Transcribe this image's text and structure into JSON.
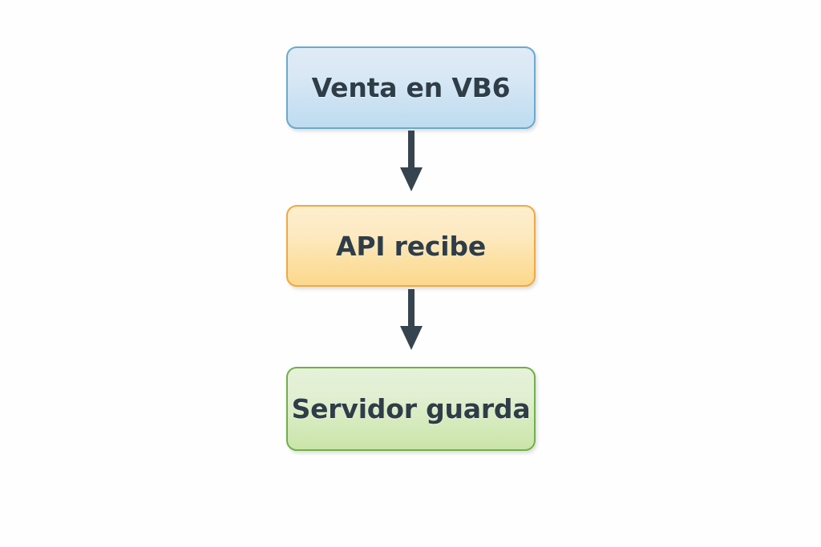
{
  "diagram": {
    "type": "flowchart",
    "orientation": "top-to-bottom",
    "background_color": "#fefefe",
    "title": "",
    "nodes": [
      {
        "id": "venta",
        "label": "Venta en VB6",
        "shape": "rounded-rectangle",
        "fill_top": "#dfebf6",
        "fill_bottom": "#bedcf0",
        "border_color": "#6aa9d0",
        "text_color": "#2e3d47",
        "order": 1
      },
      {
        "id": "api",
        "label": "API recibe",
        "shape": "rounded-rectangle",
        "fill_top": "#fdeecd",
        "fill_bottom": "#fbd88c",
        "border_color": "#f0a843",
        "text_color": "#2e3d47",
        "order": 2
      },
      {
        "id": "servidor",
        "label": "Servidor guarda",
        "shape": "rounded-rectangle",
        "fill_top": "#e6f1d9",
        "fill_bottom": "#cae4a9",
        "border_color": "#6fb04a",
        "text_color": "#2e3d47",
        "order": 3
      }
    ],
    "edges": [
      {
        "id": "venta-to-api",
        "from": "venta",
        "to": "api",
        "label": "",
        "arrowhead": "filled-triangle",
        "color": "#36444f",
        "direction": "down"
      },
      {
        "id": "api-to-servidor",
        "from": "api",
        "to": "servidor",
        "label": "",
        "arrowhead": "filled-triangle",
        "color": "#36444f",
        "direction": "down"
      }
    ]
  }
}
